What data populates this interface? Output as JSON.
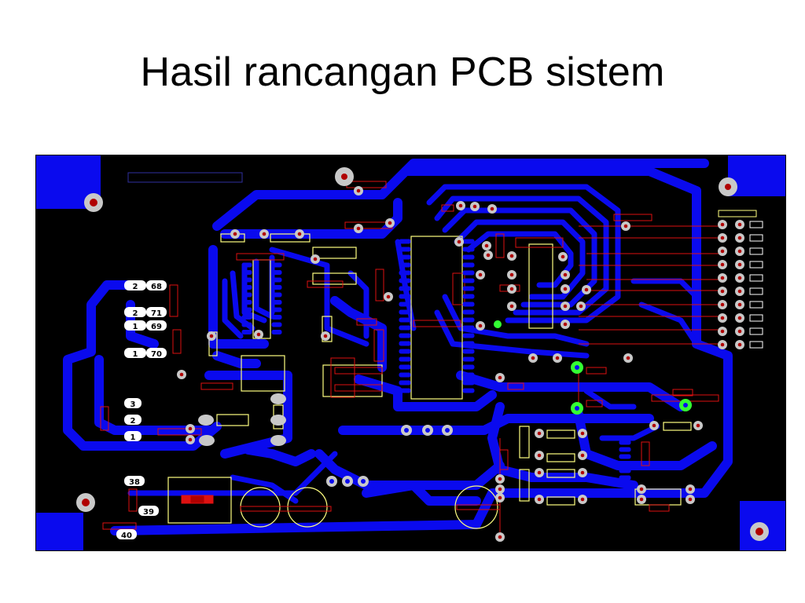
{
  "slide": {
    "title": "Hasil rancangan PCB sistem"
  },
  "pcb": {
    "colors": {
      "board": "#000000",
      "copper": "#0a0aee",
      "pad": "#c8c8c8",
      "drill": "#b00000",
      "silkscreen": "#ffff80",
      "outline": "#dd1111",
      "via": "#33ff33"
    },
    "connector_labels": [
      {
        "id": "c68",
        "pin": "2",
        "net": "68"
      },
      {
        "id": "c71",
        "pin": "2",
        "net": "71"
      },
      {
        "id": "c69",
        "pin": "1",
        "net": "69"
      },
      {
        "id": "c70",
        "pin": "1",
        "net": "70"
      },
      {
        "id": "c3",
        "pin": "3",
        "net": ""
      },
      {
        "id": "c2",
        "pin": "2",
        "net": ""
      },
      {
        "id": "c1",
        "pin": "1",
        "net": ""
      },
      {
        "id": "c38",
        "pin": "38",
        "net": ""
      },
      {
        "id": "c39",
        "pin": "39",
        "net": ""
      },
      {
        "id": "c40",
        "pin": "40",
        "net": ""
      }
    ]
  }
}
